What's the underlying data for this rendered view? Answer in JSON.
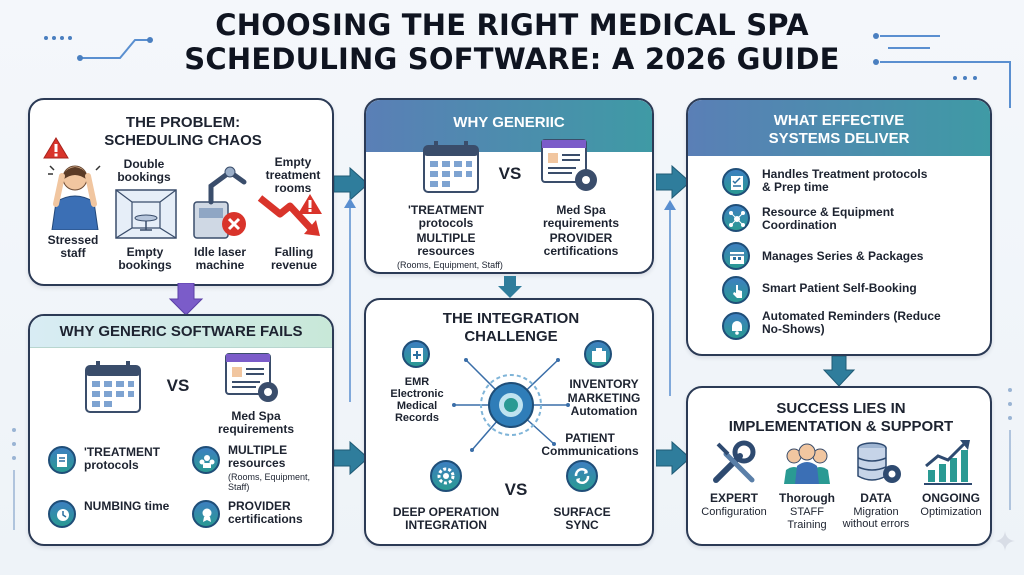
{
  "title": {
    "line1": "CHOOSING THE RIGHT MEDICAL SPA",
    "line2": "SCHEDULING SOFTWARE: A 2026 GUIDE"
  },
  "problem": {
    "heading_line1": "THE PROBLEM:",
    "heading_line2": "SCHEDULING CHAOS",
    "items": {
      "stressed": "Stressed staff",
      "double": "Double bookings",
      "empty_bookings": "Empty bookings",
      "idle_laser": "Idle laser machine",
      "empty_rooms": "Empty treatment rooms",
      "falling": "Falling revenue"
    }
  },
  "generic_fails": {
    "heading": "WHY GENERIC SOFTWARE FAILS",
    "vs": "VS",
    "med_spa": "Med Spa requirements",
    "treatment": "'TREATMENT protocols",
    "multiple": "MULTIPLE resources",
    "multiple_sub": "(Rooms, Equipment, Staff)",
    "numbing": "NUMBING time",
    "provider": "PROVIDER certifications"
  },
  "why_generic": {
    "heading": "WHY GENERIIC",
    "vs": "VS",
    "treatment": "'TREATMENT protocols",
    "multiple": "MULTIPLE resources",
    "multiple_sub": "(Rooms, Equipment, Staff)",
    "med_spa": "Med Spa requirements",
    "provider": "PROVIDER certifications"
  },
  "integration": {
    "heading_line1": "THE INTEGRATION",
    "heading_line2": "CHALLENGE",
    "emr": "EMR Electronic Medical Records",
    "inventory": "INVENTORY",
    "marketing": "MARKETING Automation",
    "patient": "PATIENT Communications",
    "deep": "DEEP OPERATION INTEGRATION",
    "vs": "VS",
    "surface": "SURFACE SYNC"
  },
  "effective": {
    "heading_line1": "WHAT EFFECTIVE",
    "heading_line2": "SYSTEMS DELIVER",
    "items": [
      "Handles Treatment protocols & Prep time",
      "Resource & Equipment Coordination",
      "Manages Series & Packages",
      "Smart Patient Self-Booking",
      "Automated Reminders (Reduce No-Shows)"
    ]
  },
  "success": {
    "heading_line1": "SUCCESS LIES IN",
    "heading_line2": "IMPLEMENTATION & SUPPORT",
    "expert": "EXPERT",
    "expert_sub": "Configuration",
    "thorough": "Thorough",
    "thorough_sub": "STAFF Training",
    "data": "DATA",
    "data_sub": "Migration without errors",
    "ongoing": "ONGOING",
    "ongoing_sub": "Optimization"
  },
  "colors": {
    "accent_blue": "#2f6db5",
    "accent_teal": "#2a9a93",
    "arrow_teal": "#2f7d9c",
    "arrow_purple": "#7b5cc9",
    "alert_red": "#d9342b"
  }
}
